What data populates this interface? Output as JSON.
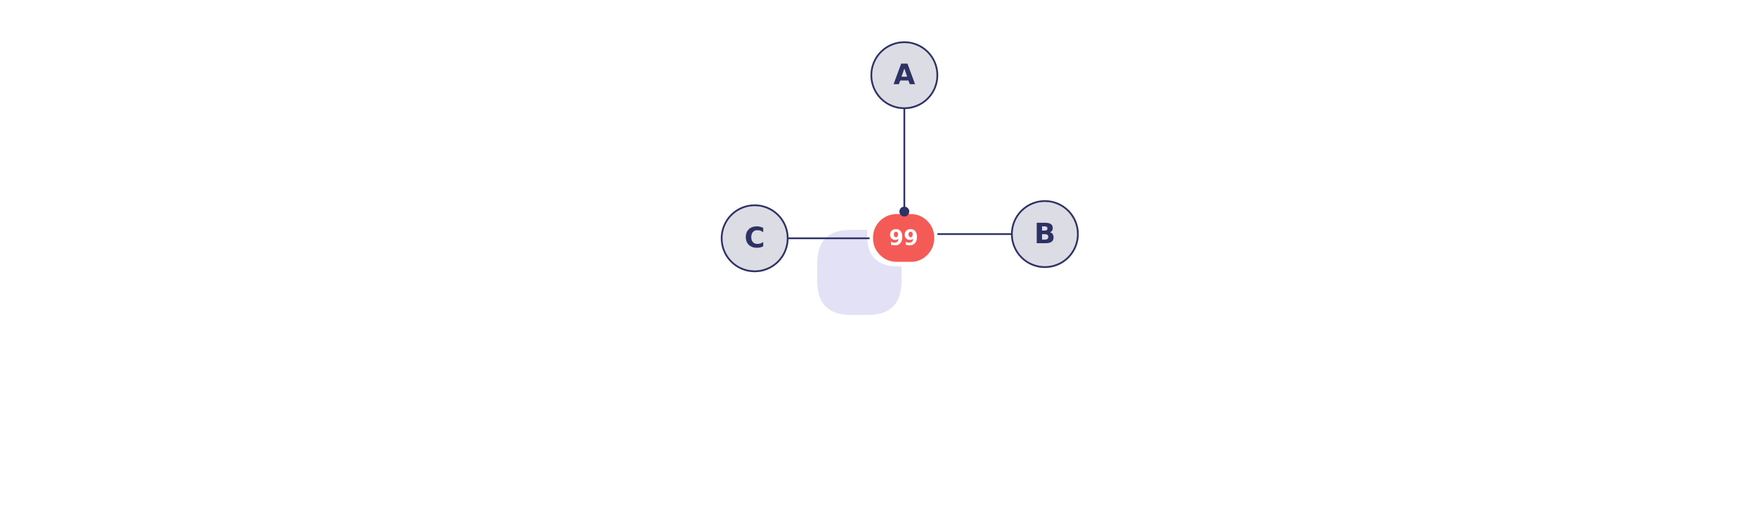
{
  "diagram": {
    "nodes": [
      {
        "id": "A",
        "label": "A"
      },
      {
        "id": "B",
        "label": "B"
      },
      {
        "id": "C",
        "label": "C"
      }
    ],
    "hub": {
      "label": "99"
    },
    "edges": [
      {
        "from": "A",
        "to": "hub"
      },
      {
        "from": "B",
        "to": "hub"
      },
      {
        "from": "C",
        "to": "hub"
      }
    ]
  },
  "colors": {
    "node_fill": "#dcdce4",
    "stroke": "#2e3163",
    "label": "#2e3163",
    "badge_fill": "#f45b57",
    "badge_text": "#ffffff",
    "shadow_shape": "#e3e1f6",
    "hub_dot": "#2e3163"
  }
}
